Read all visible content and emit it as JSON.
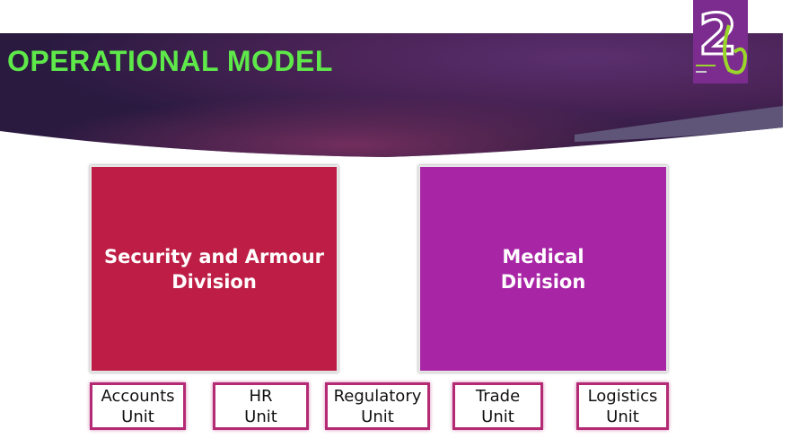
{
  "title": "OPERATIONAL MODEL",
  "logo": {
    "label": "26",
    "icon": "company-logo"
  },
  "divisions": [
    {
      "label": "Security and Armour Division",
      "line1": "Security and Armour",
      "line2": "Division",
      "color": "#BE1E45"
    },
    {
      "label": "Medical Division",
      "line1": "Medical",
      "line2": "Division",
      "color": "#A825A6"
    }
  ],
  "units": [
    {
      "line1": "Accounts",
      "line2": "Unit"
    },
    {
      "line1": "HR",
      "line2": "Unit"
    },
    {
      "line1": "Regulatory",
      "line2": "Unit"
    },
    {
      "line1": "Trade",
      "line2": "Unit"
    },
    {
      "line1": "Logistics",
      "line2": "Unit"
    }
  ],
  "colors": {
    "title": "#5EE84A",
    "unit_border": "#B42A74"
  }
}
